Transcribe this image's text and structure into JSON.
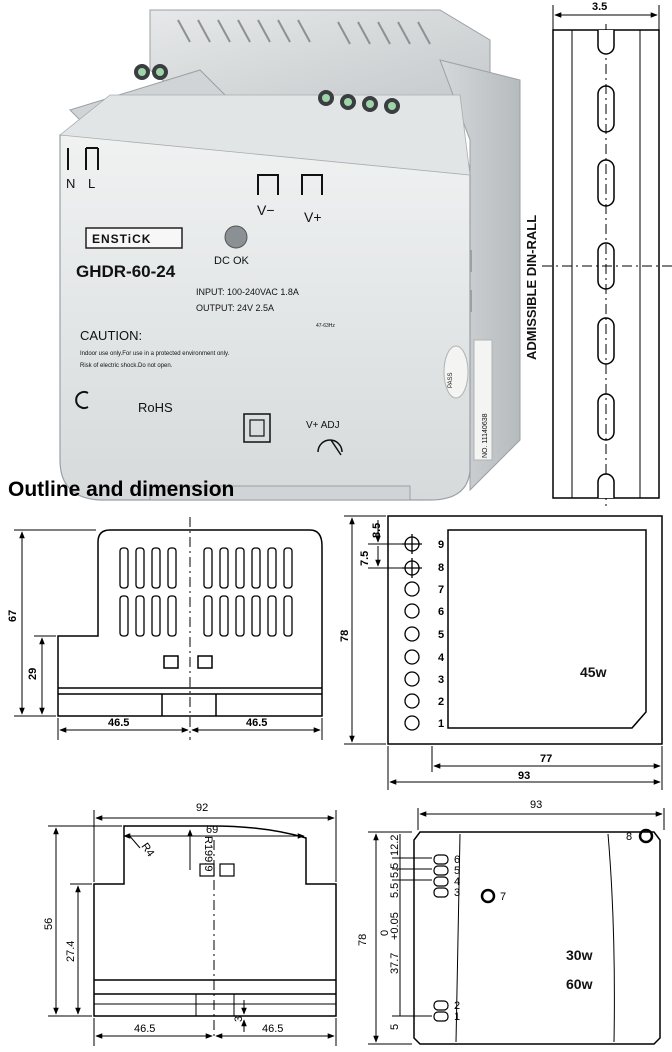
{
  "section_heading": "Outline and dimension",
  "product": {
    "brand": "ENSTiCK",
    "model": "GHDR-60-24",
    "input_line": "INPUT:  100-240VAC  1.8A",
    "output_line": "OUTPUT:  24V   2.5A",
    "frequency": "47-63Hz",
    "caution_title": "CAUTION:",
    "caution_lines": [
      "Indoor use only.For use in a protected environment only.",
      "Risk of electric shock.Do not open."
    ],
    "ce": "CE",
    "rohs": "RoHS",
    "terminal_n": "N",
    "terminal_l": "L",
    "terminal_vminus": "V−",
    "terminal_vplus": "V+",
    "dc_ok": "DC OK",
    "vadj": "V+  ADJ",
    "pass_sticker": "PASS",
    "serial_label": "NO. 11140638"
  },
  "din_rail": {
    "width_label": "3.5",
    "label": "ADMISSIBLE DIN-RALL"
  },
  "side_view_45w": {
    "height_label": "67",
    "lower_height_label": "29",
    "left_width": "46.5",
    "right_width": "46.5"
  },
  "front_view_45w": {
    "height_label": "78",
    "pitch_labels": [
      "7.5",
      "8.5"
    ],
    "terminals": [
      "9",
      "8",
      "7",
      "6",
      "5",
      "4",
      "3",
      "2",
      "1"
    ],
    "inner_width": "77",
    "outer_width": "93",
    "wattage": "45w"
  },
  "side_view_30_60w": {
    "total_width": "92",
    "top_width": "69",
    "radius_small": "R4",
    "radius_large": "R199.9",
    "height_label": "56",
    "lower_height_label": "27.4",
    "gap_label": "3",
    "left_width": "46.5",
    "right_width": "46.5"
  },
  "front_view_30_60w": {
    "top_width": "93",
    "height_label": "78",
    "top_offset": "12.2",
    "pitch_labels": [
      "5.5",
      "5.5"
    ],
    "mid_label": "37.7",
    "tolerance_upper": "0",
    "tolerance_lower": "+0.05",
    "bottom_label": "5",
    "upper_terminals": [
      "6",
      "5",
      "4",
      "3"
    ],
    "lower_terminals": [
      "2",
      "1"
    ],
    "led_left": "7",
    "led_right": "8",
    "wattage_a": "30w",
    "wattage_b": "60w"
  }
}
